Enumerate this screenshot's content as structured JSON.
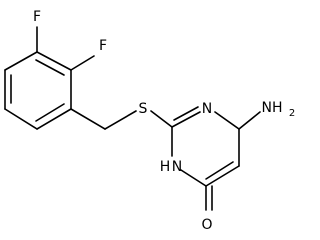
{
  "molecule": {
    "atoms": {
      "f_top": "F",
      "f_right": "F",
      "s": "S",
      "n_upper": "N",
      "nh": "H",
      "n_lower": "N",
      "o": "O",
      "nh2": "NH",
      "nh2_sub": "2"
    }
  }
}
